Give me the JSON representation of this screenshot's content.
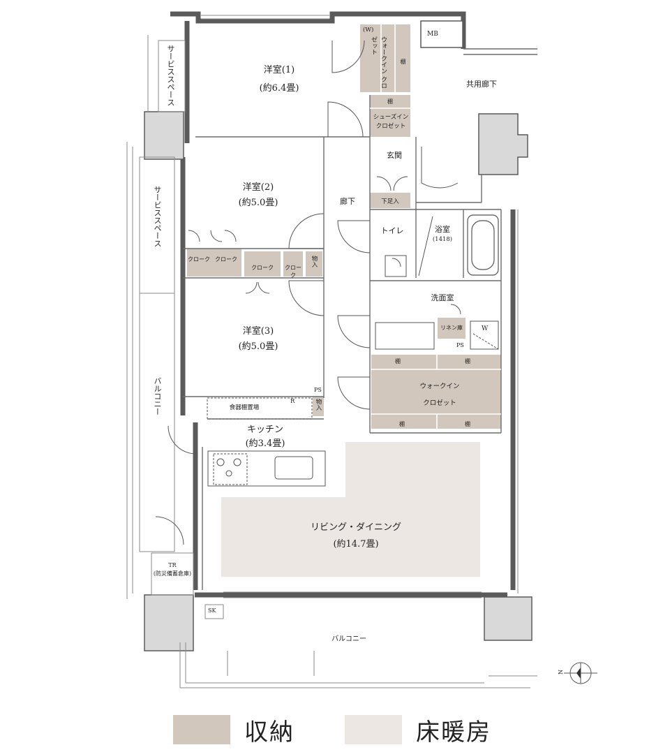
{
  "rooms": {
    "western1": {
      "name": "洋室(1)",
      "area": "(約6.4畳)"
    },
    "western2": {
      "name": "洋室(2)",
      "area": "(約5.0畳)"
    },
    "western3": {
      "name": "洋室(3)",
      "area": "(約5.0畳)"
    },
    "kitchen": {
      "name": "キッチン",
      "area": "(約3.4畳)"
    },
    "living": {
      "name": "リビング・ダイニング",
      "area": "(約14.7畳)"
    },
    "bath": {
      "name": "浴室",
      "size": "(1418)"
    },
    "toilet": "トイレ",
    "washroom": "洗面室",
    "entrance": "玄関",
    "corridor": "廊下",
    "common_corridor": "共用廊下"
  },
  "storage": {
    "wic_top_w": "(W)",
    "wic_top": "ウォークイン クロゼット",
    "shelf": "棚",
    "shoe_closet": "シューズイン クロゼット",
    "shoe_cabinet": "下足入",
    "cloak": "クローク",
    "cloak_short": "クロー ク",
    "monoire": "物入",
    "linen": "リネン庫",
    "wic_main_1": "ウォークイン",
    "wic_main_2": "クロゼット",
    "dish_shelf": "食器棚置場"
  },
  "fixtures": {
    "mb": "MB",
    "ps": "PS",
    "r": "R",
    "w": "W",
    "sk": "SK",
    "tr": "TR",
    "tr_note": "(防災備蓄倉庫)"
  },
  "outdoor": {
    "service_space": "サービススペース",
    "balcony_side": "バルコニー",
    "balcony_bottom": "バルコニー"
  },
  "compass": "N",
  "legend": [
    {
      "label": "収納",
      "color": "#d2c7bc"
    },
    {
      "label": "床暖房",
      "color": "#ece7e3"
    }
  ]
}
